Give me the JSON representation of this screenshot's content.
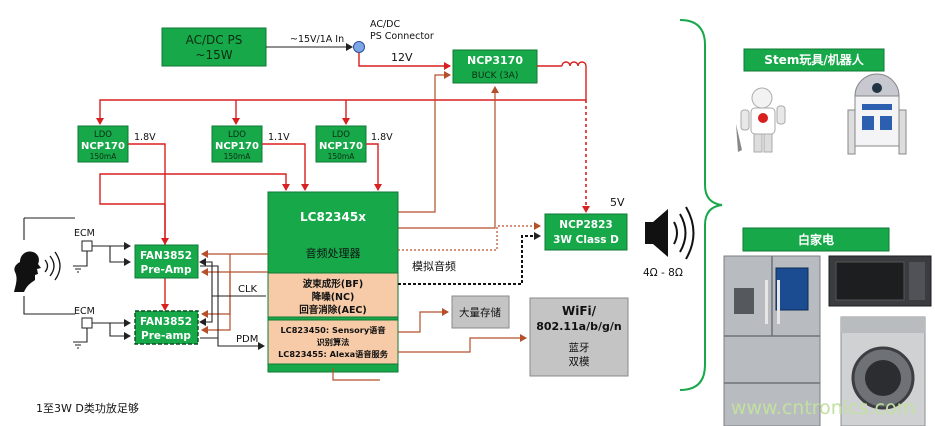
{
  "power": {
    "acdc_ps_line1": "AC/DC PS",
    "acdc_ps_line2": "~15W",
    "input_label": "~15V/1A In",
    "connector_line1": "AC/DC",
    "connector_line2": "PS Connector",
    "rail_12v": "12V",
    "buck_name": "NCP3170",
    "buck_desc": "BUCK (3A)"
  },
  "ldos": [
    {
      "top": "LDO",
      "name": "NCP170",
      "desc": "150mA",
      "voltage": "1.8V"
    },
    {
      "top": "LDO",
      "name": "NCP170",
      "desc": "150mA",
      "voltage": "1.1V"
    },
    {
      "top": "LDO",
      "name": "NCP170",
      "desc": "150mA",
      "voltage": "1.8V"
    }
  ],
  "processor": {
    "name": "LC82345x",
    "subtitle": "音频处理器",
    "dsp_line1": "波束成形(BF)",
    "dsp_line2": "降噪(NC)",
    "dsp_line3": "回音消除(AEC)",
    "algo_line1": "LC823450: Sensory语音",
    "algo_line2": "识别算法",
    "algo_line3": "LC823455: Alexa语音服务"
  },
  "amp": {
    "rail_label": "5V",
    "name": "NCP2823",
    "desc": "3W Class D",
    "analog_audio_label": "模拟音频",
    "impedance": "4Ω - 8Ω"
  },
  "mics": [
    {
      "label": "ECM",
      "amp_name": "FAN3852",
      "amp_desc": "Pre-Amp"
    },
    {
      "label": "ECM",
      "amp_name": "FAN3852",
      "amp_desc": "Pre-amp"
    }
  ],
  "bus": {
    "clk": "CLK",
    "pdm": "PDM"
  },
  "storage": {
    "label": "大量存储"
  },
  "wireless": {
    "line1": "WiFi/",
    "line2": "802.11a/b/g/n",
    "line3": "蓝牙",
    "line4": "双模"
  },
  "footnote": "1至3W D类功放足够",
  "applications": [
    {
      "label": "Stem玩具/机器人"
    },
    {
      "label": "白家电"
    }
  ],
  "watermark": "www.cntronics.com",
  "colors": {
    "green": "#17a84a",
    "peach": "#f7cba7",
    "gray": "#c4c4c4",
    "red": "#d82020",
    "brown": "#b5502a",
    "watermark": "#c2e0a0"
  }
}
